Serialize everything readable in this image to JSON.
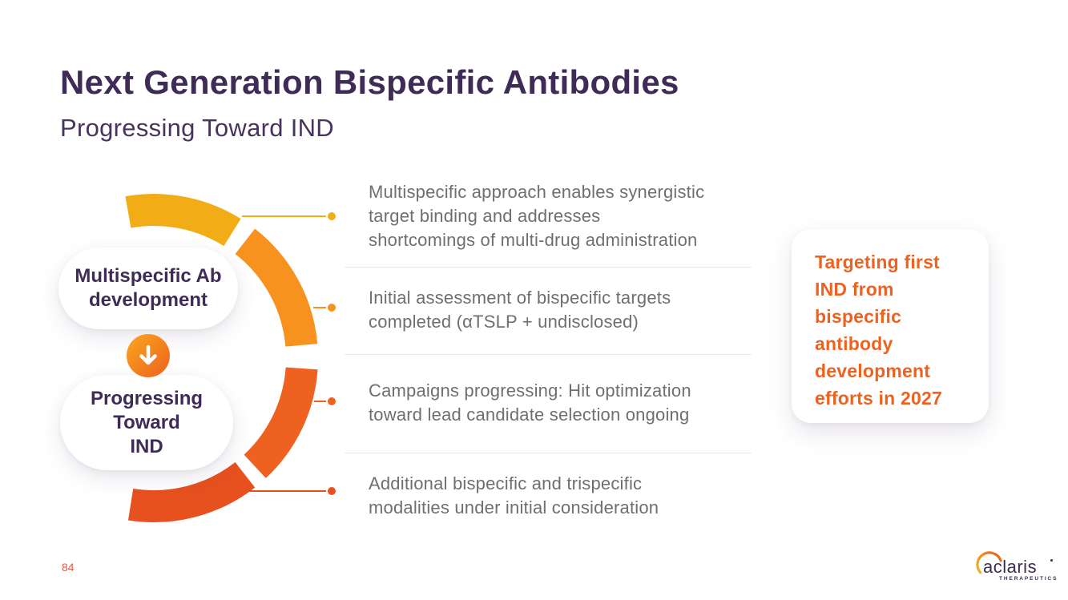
{
  "slide": {
    "title": "Next Generation Bispecific Antibodies",
    "subtitle": "Progressing Toward IND",
    "page_number": "84"
  },
  "colors": {
    "title_purple": "#3E2B56",
    "subtitle_purple": "#47335B",
    "pill_text_purple": "#3E2B56",
    "body_gray": "#6F6F6F",
    "callout_orange": "#EE6220",
    "page_number_orange": "#DC5B43",
    "logo_purple": "#3A2D52",
    "arrow_gradient_start": "#F9A71E",
    "arrow_gradient_end": "#EE6120"
  },
  "diagram": {
    "pill_top": "Multispecific Ab\ndevelopment",
    "pill_bottom": "Progressing\nToward\nIND",
    "segment_colors": [
      "#F2AC15",
      "#F7921E",
      "#EF6120",
      "#E7501F"
    ]
  },
  "items": [
    {
      "text": "Multispecific approach enables synergistic\ntarget binding and addresses\nshortcomings of multi-drug administration"
    },
    {
      "text": "Initial assessment of bispecific targets\ncompleted (αTSLP + undisclosed)"
    },
    {
      "text": "Campaigns progressing: Hit optimization\ntoward lead candidate selection ongoing"
    },
    {
      "text": "Additional bispecific and trispecific\nmodalities under initial consideration"
    }
  ],
  "callout": {
    "text": "Targeting first\nIND from\nbispecific\nantibody\ndevelopment\nefforts in 2027"
  },
  "logo": {
    "wordmark": "aclaris",
    "subtext": "THERAPEUTICS"
  }
}
